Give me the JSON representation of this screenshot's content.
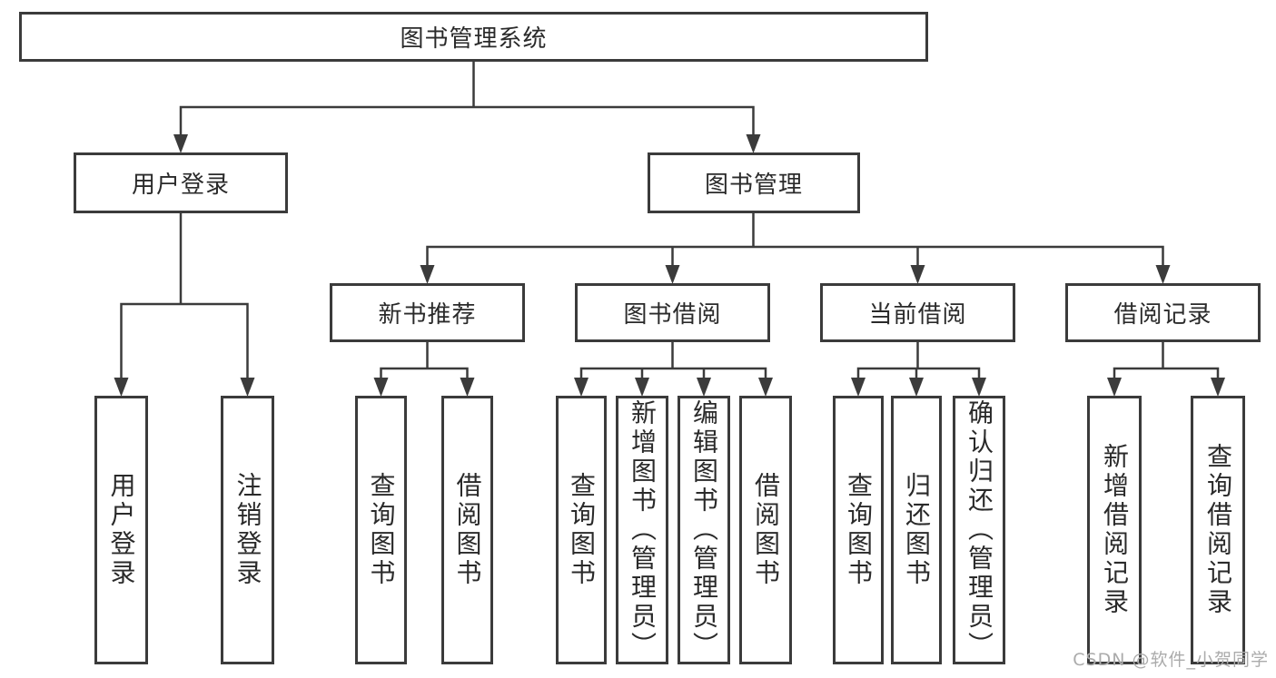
{
  "diagram": {
    "title": "图书管理系统",
    "branches": [
      {
        "label": "用户登录",
        "children": [
          "用户登录",
          "注销登录"
        ]
      },
      {
        "label": "图书管理",
        "children": [
          {
            "label": "新书推荐",
            "children": [
              "查询图书",
              "借阅图书"
            ]
          },
          {
            "label": "图书借阅",
            "children": [
              "查询图书",
              "新增图书（管理员）",
              "编辑图书（管理员）",
              "借阅图书"
            ]
          },
          {
            "label": "当前借阅",
            "children": [
              "查询图书",
              "归还图书",
              "确认归还（管理员）"
            ]
          },
          {
            "label": "借阅记录",
            "children": [
              "新增借阅记录",
              "查询借阅记录"
            ]
          }
        ]
      }
    ]
  },
  "watermark": {
    "text": "CSDN @软件_小贺同学"
  },
  "colors": {
    "line": "#3b3b3b",
    "box_border": "#3b3b3b",
    "text": "#2a2a2a",
    "watermark": "#ababab",
    "background": "#ffffff"
  }
}
